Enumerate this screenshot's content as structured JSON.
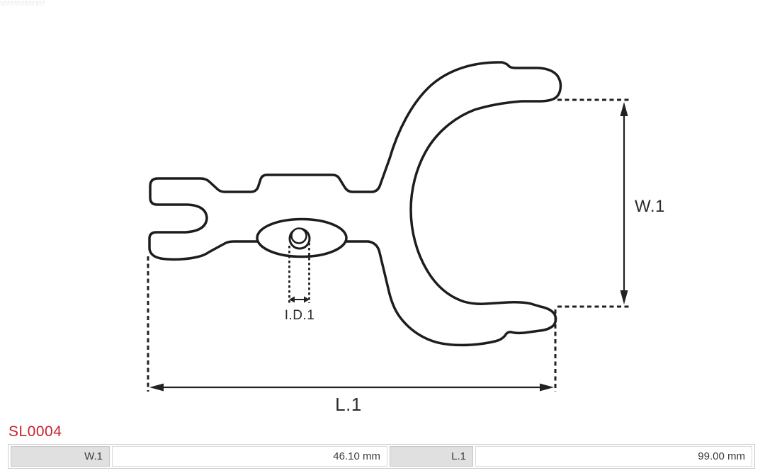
{
  "product": {
    "code": "SL0004"
  },
  "diagram": {
    "type": "technical-outline-drawing",
    "subject": "starter-drive-lever-fork",
    "dimension_labels": {
      "width": "W.1",
      "length": "L.1",
      "inner_diameter": "I.D.1"
    }
  },
  "spec_table": {
    "rows": [
      {
        "param": "W.1",
        "value": "46.10 mm"
      },
      {
        "param": "L.1",
        "value": "99.00 mm"
      }
    ]
  },
  "colors": {
    "part_code": "#c5242b",
    "line": "#1d1d1d",
    "table_header_bg": "#e0e0e0",
    "table_border": "#cccccc"
  }
}
